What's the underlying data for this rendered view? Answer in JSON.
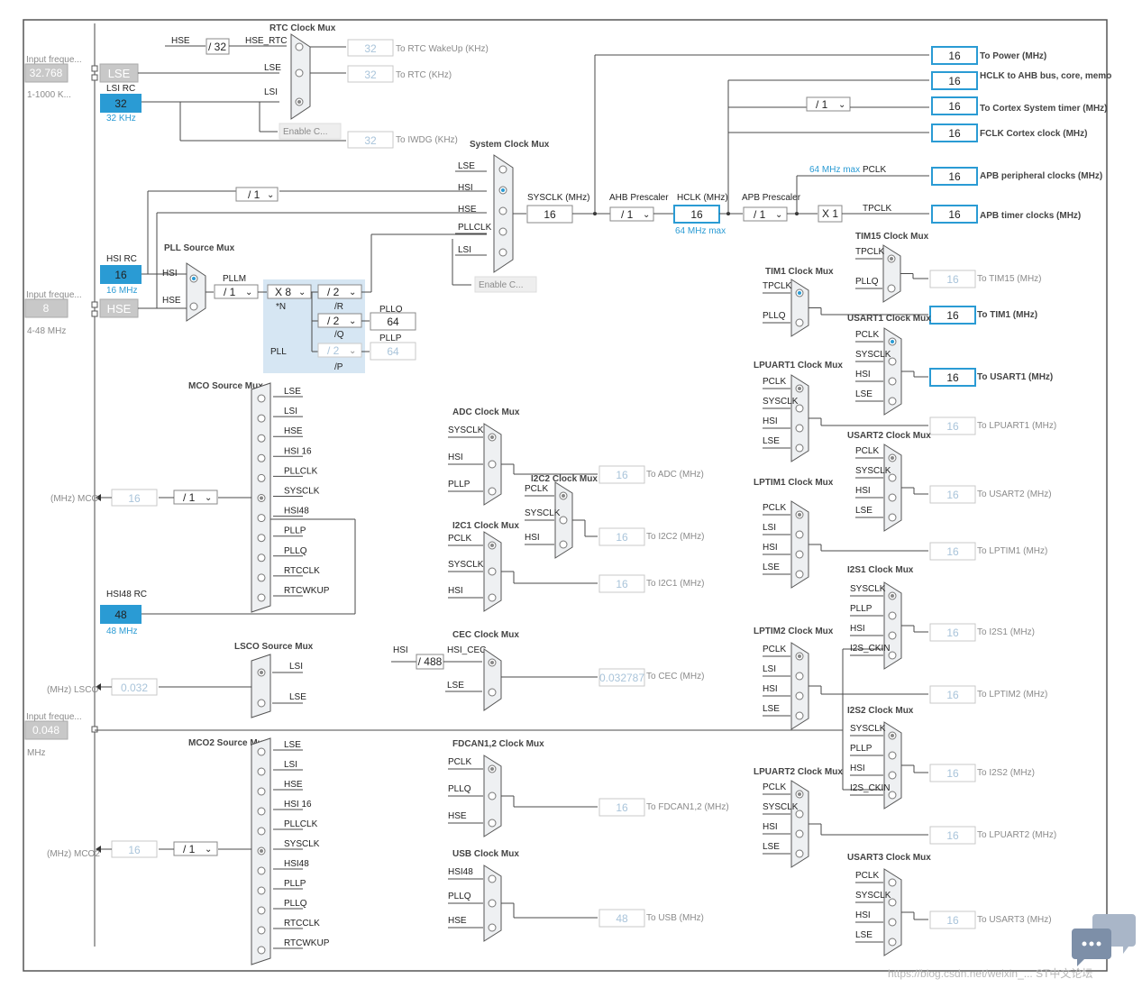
{
  "inputs": {
    "lse": {
      "label": "LSE",
      "header": "Input freque...",
      "value": "32.768",
      "range": "1-1000 K..."
    },
    "lsi": {
      "label": "LSI RC",
      "value": "32",
      "unit": "32 KHz"
    },
    "hsi": {
      "label": "HSI RC",
      "value": "16",
      "unit": "16 MHz"
    },
    "hse": {
      "label": "HSE",
      "header": "Input freque...",
      "value": "8",
      "range": "4-48 MHz"
    },
    "hsi48": {
      "label": "HSI48 RC",
      "value": "48",
      "unit": "48 MHz"
    },
    "ext": {
      "header": "Input freque...",
      "value": "0.048",
      "unit": "MHz"
    }
  },
  "rtc": {
    "title": "RTC Clock Mux",
    "hse": "HSE",
    "hse_div": "/ 32",
    "hse_rtc": "HSE_RTC",
    "lse": "LSE",
    "lsi": "LSI",
    "enable": "Enable C...",
    "wakeup_value": "32",
    "wakeup_label": "To RTC WakeUp (KHz)",
    "rtc_value": "32",
    "rtc_label": "To RTC (KHz)",
    "iwdg_value": "32",
    "iwdg_label": "To IWDG (KHz)"
  },
  "sys": {
    "title": "System Clock Mux",
    "lse": "LSE",
    "hsi": "HSI",
    "hse": "HSE",
    "pllclk": "PLLCLK",
    "lsi": "LSI",
    "enable": "Enable C...",
    "div1": "/ 1",
    "sysclk_label": "SYSCLK (MHz)",
    "sysclk_value": "16",
    "ahb_label": "AHB Prescaler",
    "ahb_value": "/ 1",
    "hclk_label": "HCLK (MHz)",
    "hclk_value": "16",
    "hclk_max": "64 MHz max",
    "apb_label": "APB Prescaler",
    "apb_value": "/ 1",
    "pclk_max": "64 MHz max",
    "pclk": "PCLK",
    "x1": "X 1",
    "tpclk": "TPCLK"
  },
  "outputs": [
    {
      "value": "16",
      "label": "To Power (MHz)"
    },
    {
      "value": "16",
      "label": "HCLK to AHB bus, core, memory and DMA (MHz)"
    },
    {
      "value": "16",
      "label": "To Cortex System timer (MHz)"
    },
    {
      "value": "16",
      "label": "FCLK Cortex clock (MHz)"
    },
    {
      "value": "16",
      "label": "APB peripheral clocks (MHz)"
    },
    {
      "value": "16",
      "label": "APB timer clocks (MHz)"
    }
  ],
  "cortex_div": "/ 1",
  "pll": {
    "title": "PLL Source Mux",
    "hsi": "HSI",
    "hse": "HSE",
    "pllm": "PLLM",
    "m": "/ 1",
    "n": "X 8",
    "n_lbl": "*N",
    "r": "/ 2",
    "r_lbl": "/R",
    "q": "/ 2",
    "q_lbl": "/Q",
    "p": "/ 2",
    "p_lbl": "/P",
    "name": "PLL",
    "pllq": "PLLQ",
    "pllq_value": "64",
    "pllp": "PLLP",
    "pllp_value": "64"
  },
  "mco": {
    "title": "MCO Source Mux",
    "items": [
      "LSE",
      "LSI",
      "HSE",
      "HSI 16",
      "PLLCLK",
      "SYSCLK",
      "HSI48",
      "PLLP",
      "PLLQ",
      "RTCCLK",
      "RTCWKUP"
    ],
    "value": "16",
    "div": "/ 1",
    "label": "(MHz) MCO"
  },
  "lsco": {
    "title": "LSCO Source Mux",
    "lsi": "LSI",
    "lse": "LSE",
    "value": "0.032",
    "label": "(MHz) LSCO"
  },
  "mco2": {
    "title": "MCO2 Source Mux",
    "items": [
      "LSE",
      "LSI",
      "HSE",
      "HSI 16",
      "PLLCLK",
      "SYSCLK",
      "HSI48",
      "PLLP",
      "PLLQ",
      "RTCCLK",
      "RTCWKUP"
    ],
    "value": "16",
    "div": "/ 1",
    "label": "(MHz) MCO2"
  },
  "adc": {
    "title": "ADC Clock Mux",
    "in": [
      "SYSCLK",
      "HSI",
      "PLLP"
    ],
    "value": "16",
    "label": "To ADC (MHz)"
  },
  "i2c2": {
    "title": "I2C2 Clock Mux",
    "in": [
      "PCLK",
      "SYSCLK",
      "HSI"
    ],
    "value": "16",
    "label": "To I2C2 (MHz)"
  },
  "i2c1": {
    "title": "I2C1 Clock Mux",
    "in": [
      "PCLK",
      "SYSCLK",
      "HSI"
    ],
    "value": "16",
    "label": "To I2C1 (MHz)"
  },
  "cec": {
    "title": "CEC Clock Mux",
    "hsi": "HSI",
    "div": "/ 488",
    "hsi_cec": "HSI_CEC",
    "lse": "LSE",
    "value": "0.032787",
    "label": "To CEC (MHz)"
  },
  "fdcan": {
    "title": "FDCAN1,2 Clock Mux",
    "in": [
      "PCLK",
      "PLLQ",
      "HSE"
    ],
    "value": "16",
    "label": "To FDCAN1,2 (MHz)"
  },
  "usb": {
    "title": "USB Clock Mux",
    "in": [
      "HSI48",
      "PLLQ",
      "HSE"
    ],
    "value": "48",
    "label": "To USB (MHz)"
  },
  "tim15": {
    "title": "TIM15 Clock Mux",
    "in": [
      "TPCLK",
      "PLLQ"
    ],
    "value": "16",
    "label": "To TIM15 (MHz)"
  },
  "tim1": {
    "title": "TIM1 Clock Mux",
    "in": [
      "TPCLK",
      "PLLQ"
    ],
    "value": "16",
    "label": "To TIM1 (MHz)"
  },
  "usart1": {
    "title": "USART1 Clock Mux",
    "in": [
      "PCLK",
      "SYSCLK",
      "HSI",
      "LSE"
    ],
    "value": "16",
    "label": "To USART1 (MHz)"
  },
  "lpuart1": {
    "title": "LPUART1 Clock Mux",
    "in": [
      "PCLK",
      "SYSCLK",
      "HSI",
      "LSE"
    ],
    "value": "16",
    "label": "To LPUART1 (MHz)"
  },
  "usart2": {
    "title": "USART2 Clock Mux",
    "in": [
      "PCLK",
      "SYSCLK",
      "HSI",
      "LSE"
    ],
    "value": "16",
    "label": "To USART2 (MHz)"
  },
  "lptim1": {
    "title": "LPTIM1 Clock Mux",
    "in": [
      "PCLK",
      "LSI",
      "HSI",
      "LSE"
    ],
    "value": "16",
    "label": "To LPTIM1 (MHz)"
  },
  "i2s1": {
    "title": "I2S1 Clock Mux",
    "in": [
      "SYSCLK",
      "PLLP",
      "HSI",
      "I2S_CKIN"
    ],
    "value": "16",
    "label": "To I2S1 (MHz)"
  },
  "lptim2": {
    "title": "LPTIM2 Clock Mux",
    "in": [
      "PCLK",
      "LSI",
      "HSI",
      "LSE"
    ],
    "value": "16",
    "label": "To LPTIM2 (MHz)"
  },
  "i2s2": {
    "title": "I2S2 Clock Mux",
    "in": [
      "SYSCLK",
      "PLLP",
      "HSI",
      "I2S_CKIN"
    ],
    "value": "16",
    "label": "To I2S2 (MHz)"
  },
  "lpuart2": {
    "title": "LPUART2 Clock Mux",
    "in": [
      "PCLK",
      "SYSCLK",
      "HSI",
      "LSE"
    ],
    "value": "16",
    "label": "To LPUART2 (MHz)"
  },
  "usart3": {
    "title": "USART3 Clock Mux",
    "in": [
      "PCLK",
      "SYSCLK",
      "HSI",
      "LSE"
    ],
    "value": "16",
    "label": "To USART3 (MHz)"
  },
  "watermark": "https://blog.csdn.net/weixin_... ST中文论坛",
  "colors": {
    "accent": "#2a9bd4",
    "input_gray": "#c8c8c8",
    "pll_panel": "#d6e6f3",
    "mux_fill": "#eef0f2"
  }
}
